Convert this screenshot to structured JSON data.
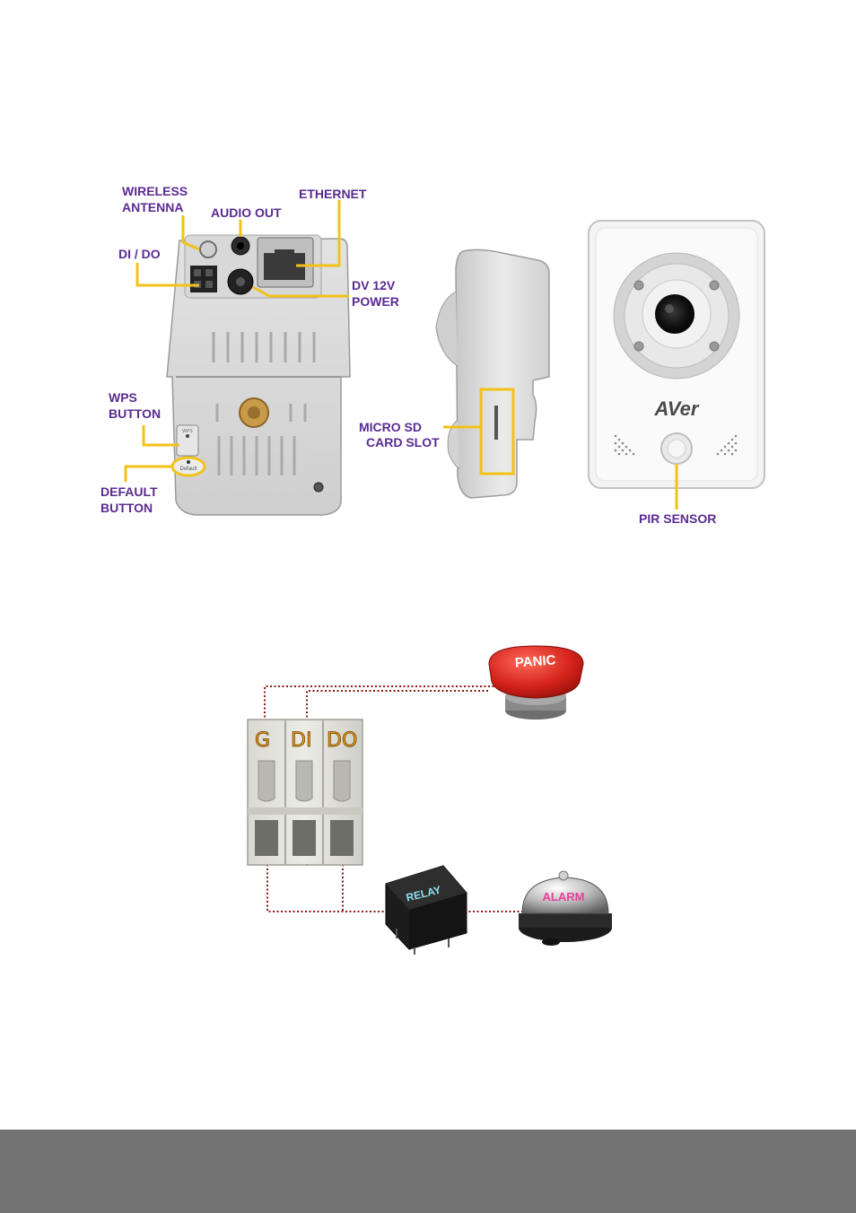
{
  "figure1": {
    "labels": {
      "wireless_antenna": [
        "WIRELESS",
        "ANTENNA"
      ],
      "audio_out": "AUDIO OUT",
      "ethernet": "ETHERNET",
      "di_do": "DI / DO",
      "dv_power": [
        "DV 12V",
        "POWER"
      ],
      "wps_button": [
        "WPS",
        "BUTTON"
      ],
      "default_button": [
        "DEFAULT",
        "BUTTON"
      ],
      "micro_sd": [
        "MICRO SD",
        "CARD SLOT"
      ],
      "pir_sensor": "PIR SENSOR"
    },
    "brand_logo": "AVer",
    "rear_panel_small_text": {
      "default": "Default",
      "wps": "WPS"
    }
  },
  "figure2": {
    "terminal_labels": [
      "G",
      "DI",
      "DO"
    ],
    "panic_button": "PANIC",
    "relay": "RELAY",
    "alarm": "ALARM"
  },
  "colors": {
    "callout_text": "#5a2b91",
    "callout_line": "#f2c218",
    "wire": "#8b1a1a",
    "footer": "#737373"
  }
}
